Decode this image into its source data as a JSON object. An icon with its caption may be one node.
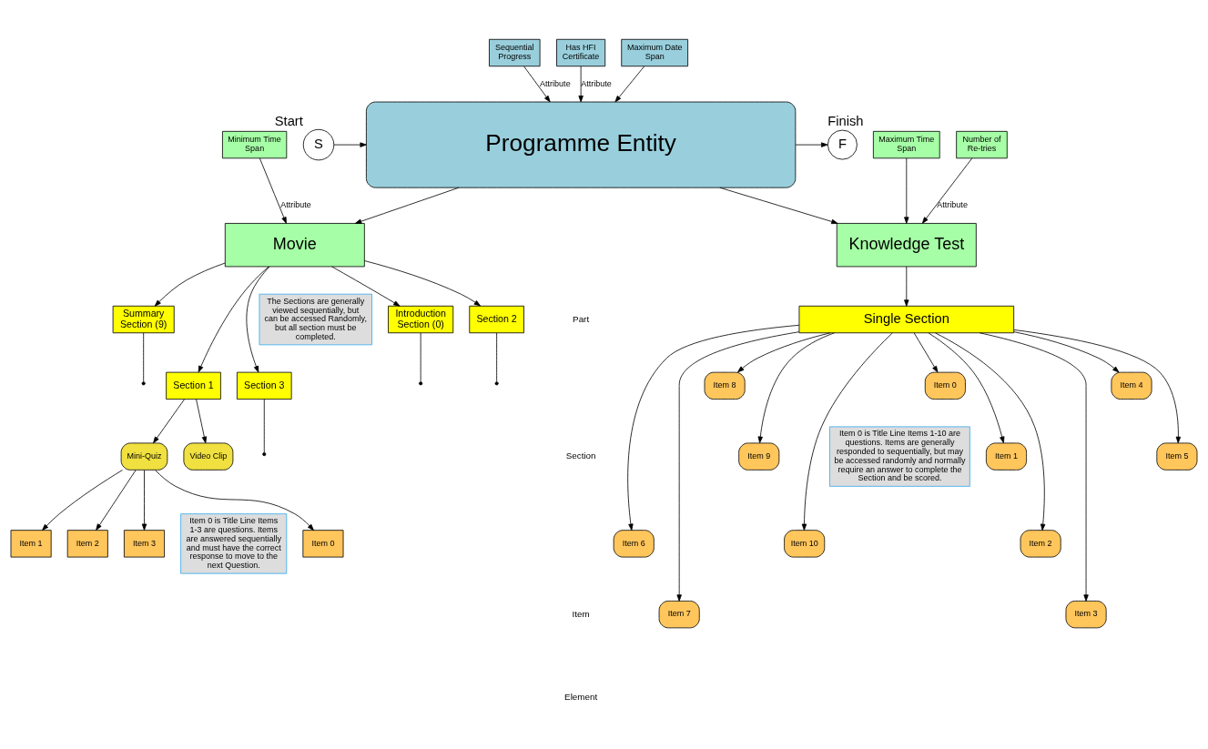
{
  "diagram": {
    "nodes": [
      {
        "text": [
          "S"
        ],
        "beside": [
          "Start"
        ]
      },
      {
        "text": [
          "Programme Entity"
        ]
      },
      {
        "text": [
          "F"
        ],
        "beside": [
          "Finish"
        ]
      },
      {
        "text": [
          "Sequential Progress"
        ]
      },
      {
        "text": [
          "Has HFI Certificate"
        ]
      },
      {
        "text": [
          "Maximum Date Span"
        ]
      },
      {
        "text": [
          "Movie"
        ]
      },
      {
        "text": [
          "Minimum Time Span"
        ]
      },
      {
        "text": [
          "Knowledge Test"
        ]
      },
      {
        "text": [
          "Maximum Time Span"
        ]
      },
      {
        "text": [
          "Number of Re-tries"
        ]
      },
      {
        "text": [
          "Introduction Section (0)"
        ]
      },
      {
        "text": [
          "Section 2"
        ]
      },
      {
        "text": [
          "Summary Section (9)"
        ]
      },
      {
        "text": [
          "Section 1"
        ]
      },
      {
        "text": [
          "Section 3"
        ]
      },
      {
        "text": [
          "Single Section"
        ]
      },
      {
        "text": [
          "Video Clip"
        ]
      },
      {
        "text": [
          "Mini-Quiz"
        ]
      },
      {
        "text": [
          "Item 0"
        ]
      },
      {
        "text": [
          "Item 1"
        ]
      },
      {
        "text": [
          "Item 2"
        ]
      },
      {
        "text": [
          "Item 3"
        ]
      },
      {
        "text": [
          "Item 0"
        ]
      },
      {
        "text": [
          "Item 1"
        ]
      },
      {
        "text": [
          "Item 2"
        ]
      },
      {
        "text": [
          "Item 3"
        ]
      },
      {
        "text": [
          "Item 4"
        ]
      },
      {
        "text": [
          "Item 5"
        ]
      },
      {
        "text": [
          "Item 6"
        ]
      },
      {
        "text": [
          "Item 7"
        ]
      },
      {
        "text": [
          "Item 8"
        ]
      },
      {
        "text": [
          "Item 9"
        ]
      },
      {
        "text": [
          "Item 10"
        ]
      },
      {
        "text": [
          "The Sections are generally viewed sequentially, but can be accessed Randomly, but all section must be completed."
        ]
      },
      {
        "text": [
          "Item 0 is Title Line Items 1-3 are questions. Items are answered sequentially and must have the correct response to move to the next Question."
        ]
      },
      {
        "text": [
          "Item 0 is Title Line Items 1-10 are questions. Items are generally responded to sequentially, but may be accessed randomly and normally require an answer to complete the Section and be scored."
        ]
      }
    ],
    "edges": [
      {
        "from": 0,
        "to": 1,
        "arrow": "to"
      },
      {
        "from": 1,
        "to": 2,
        "arrow": "to"
      },
      {
        "from": 3,
        "to": 1,
        "arrow": "to",
        "label": "Attribute"
      },
      {
        "from": 4,
        "to": 1,
        "arrow": "to",
        "label": "Attribute"
      },
      {
        "from": 5,
        "to": 1,
        "arrow": "to"
      },
      {
        "from": 1,
        "to": 6,
        "arrow": "to"
      },
      {
        "from": 1,
        "to": 8,
        "arrow": "to"
      },
      {
        "from": 7,
        "to": 6,
        "arrow": "to",
        "label": "Attribute"
      },
      {
        "from": 9,
        "to": 8,
        "arrow": "to"
      },
      {
        "from": 10,
        "to": 8,
        "arrow": "to",
        "label": "Attribute"
      },
      {
        "from": 6,
        "to": 11,
        "arrow": "to"
      },
      {
        "from": 6,
        "to": 14,
        "arrow": "to"
      },
      {
        "from": 6,
        "to": 12,
        "arrow": "to"
      },
      {
        "from": 6,
        "to": 15,
        "arrow": "to"
      },
      {
        "from": 6,
        "to": 13,
        "arrow": "to"
      },
      {
        "from": 11,
        "to": null,
        "arrow": "other"
      },
      {
        "from": 12,
        "to": null,
        "arrow": "other"
      },
      {
        "from": 13,
        "to": null,
        "arrow": "other"
      },
      {
        "from": 15,
        "to": null,
        "arrow": "other"
      },
      {
        "from": 14,
        "to": 17,
        "arrow": "to"
      },
      {
        "from": 14,
        "to": 18,
        "arrow": "to"
      },
      {
        "from": 18,
        "to": 19,
        "arrow": "to"
      },
      {
        "from": 18,
        "to": 20,
        "arrow": "to"
      },
      {
        "from": 18,
        "to": 21,
        "arrow": "to"
      },
      {
        "from": 18,
        "to": 22,
        "arrow": "to"
      },
      {
        "from": 8,
        "to": 16,
        "arrow": "to"
      },
      {
        "from": 16,
        "to": 23,
        "arrow": "to"
      },
      {
        "from": 16,
        "to": 24,
        "arrow": "to"
      },
      {
        "from": 16,
        "to": 25,
        "arrow": "to"
      },
      {
        "from": 16,
        "to": 26,
        "arrow": "to"
      },
      {
        "from": 16,
        "to": 27,
        "arrow": "to"
      },
      {
        "from": 16,
        "to": 28,
        "arrow": "to"
      },
      {
        "from": 16,
        "to": 29,
        "arrow": "to"
      },
      {
        "from": 16,
        "to": 30,
        "arrow": "to"
      },
      {
        "from": 16,
        "to": 31,
        "arrow": "to"
      },
      {
        "from": 16,
        "to": 32,
        "arrow": "to"
      },
      {
        "from": 16,
        "to": 33,
        "arrow": "to"
      }
    ],
    "labels": [
      "Part",
      "Section",
      "Item",
      "Element"
    ]
  }
}
